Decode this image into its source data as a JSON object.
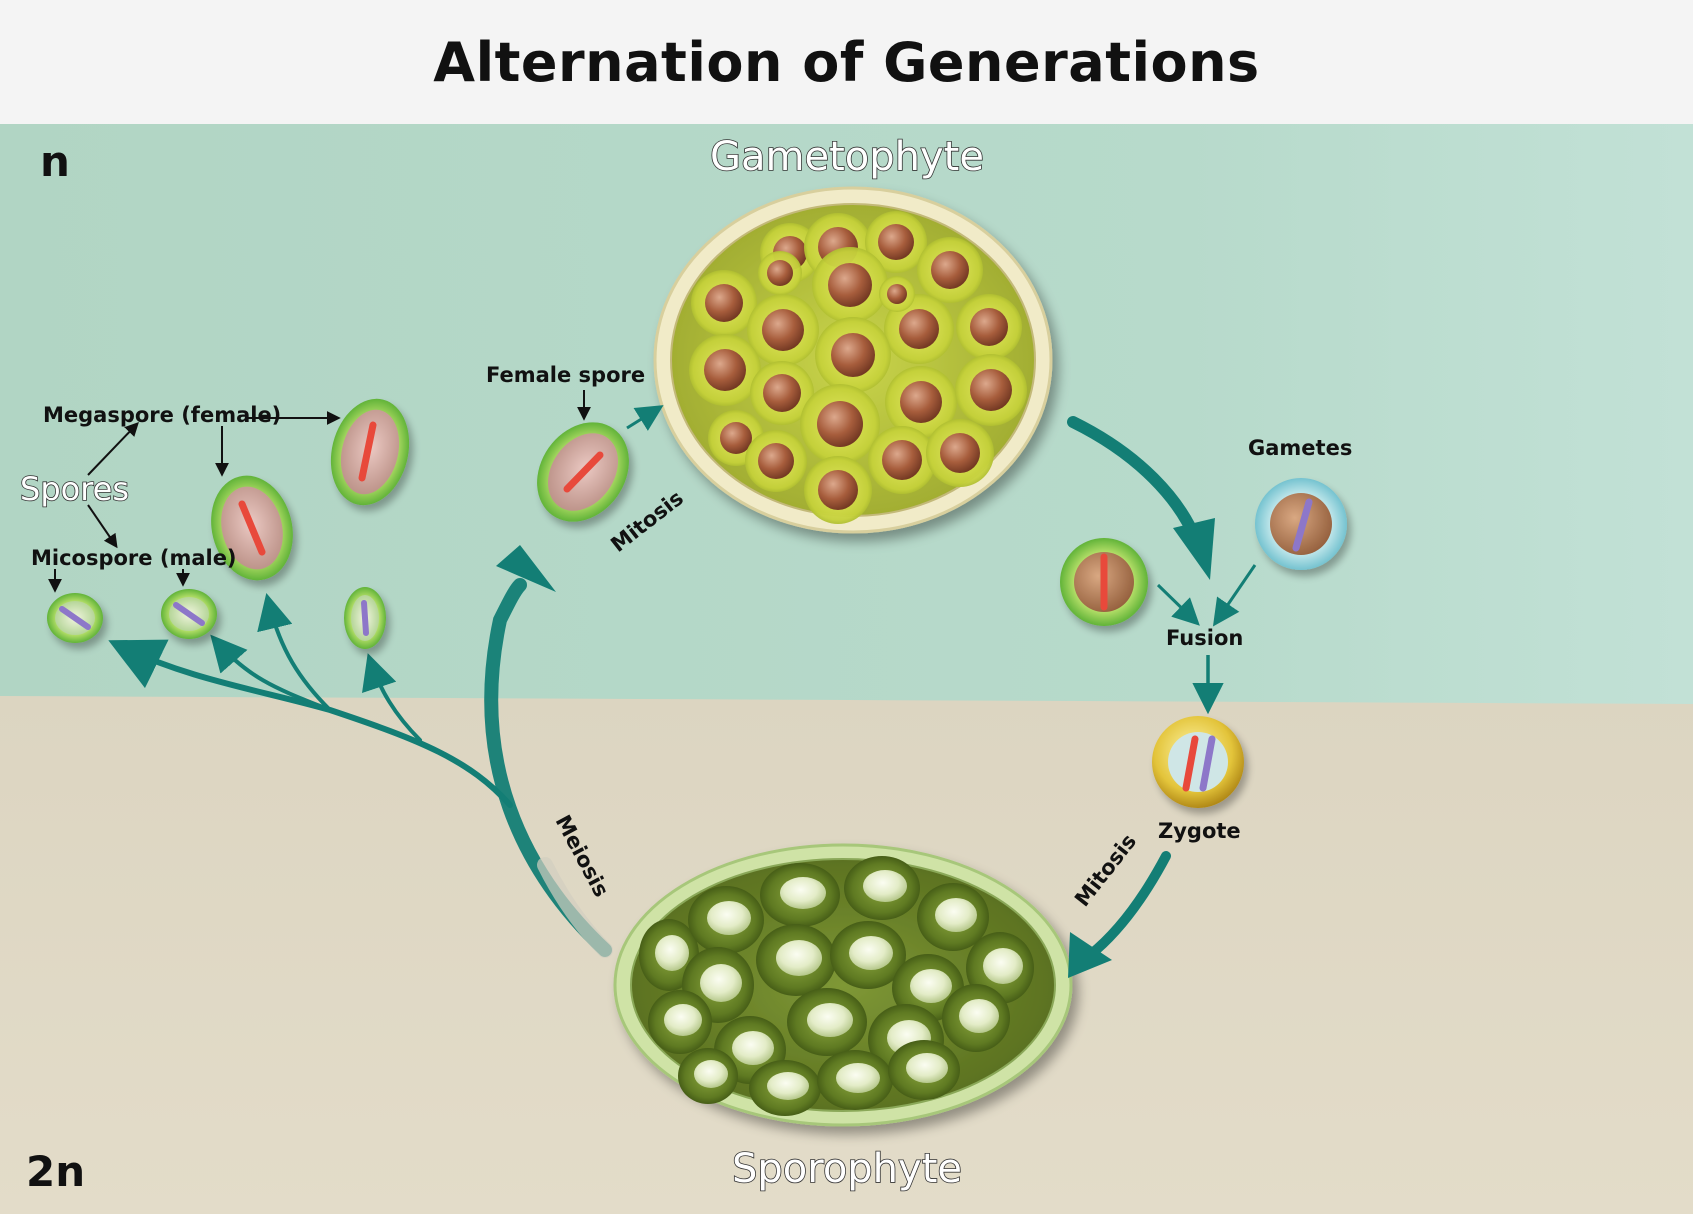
{
  "title": "Alternation of Generations",
  "ploidy": {
    "haploid": "n",
    "diploid": "2n"
  },
  "stages": {
    "gametophyte": "Gametophyte",
    "sporophyte": "Sporophyte"
  },
  "labels": {
    "spores": "Spores",
    "megaspore": "Megaspore (female)",
    "microspore": "Micospore (male)",
    "female_spore": "Female spore",
    "gametes": "Gametes",
    "fusion": "Fusion",
    "zygote": "Zygote",
    "mitosis_top": "Mitosis",
    "mitosis_bottom": "Mitosis",
    "meiosis": "Meiosis"
  },
  "colors": {
    "haploid_zone": "#b3d6c6",
    "diploid_zone": "#e0d9c5",
    "arrow": "#137e75",
    "female_chromosome": "#e8483a",
    "male_chromosome": "#8d77c9"
  }
}
